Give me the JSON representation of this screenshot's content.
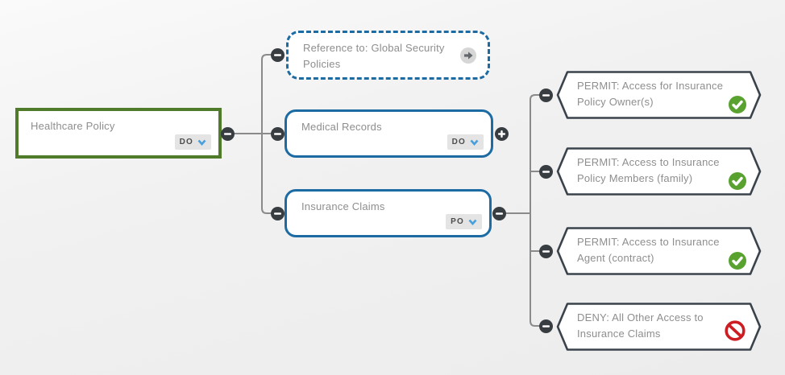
{
  "app": {
    "description_colors": {
      "root_border": "#4f7b2b",
      "policy_border_blue": "#1d6ba3",
      "rule_border": "#3a434c",
      "connector_gray": "#8a8a8a",
      "collapse_button_bg": "#383d42",
      "permit_green": "#5aa230",
      "deny_red": "#ce1c23",
      "dropdown_chevron_blue": "#47a0dd",
      "dropdown_bg": "#e4e4e4"
    }
  },
  "tree": {
    "root": {
      "label": "Healthcare Policy",
      "combiner": "DO"
    },
    "reference": {
      "lines": [
        "Reference to: Global  Security",
        "Policies"
      ]
    },
    "medical": {
      "label": "Medical Records",
      "combiner": "DO"
    },
    "insurance": {
      "label": "Insurance Claims",
      "combiner": "PO"
    },
    "rules": [
      {
        "lines": [
          "PERMIT: Access for Insurance",
          "Policy Owner(s)"
        ],
        "effect": "permit"
      },
      {
        "lines": [
          "PERMIT: Access to Insurance",
          "Policy Members (family)"
        ],
        "effect": "permit"
      },
      {
        "lines": [
          "PERMIT: Access to Insurance",
          "Agent (contract)"
        ],
        "effect": "permit"
      },
      {
        "lines": [
          "DENY: All Other Access to",
          "Insurance Claims"
        ],
        "effect": "deny"
      }
    ]
  }
}
